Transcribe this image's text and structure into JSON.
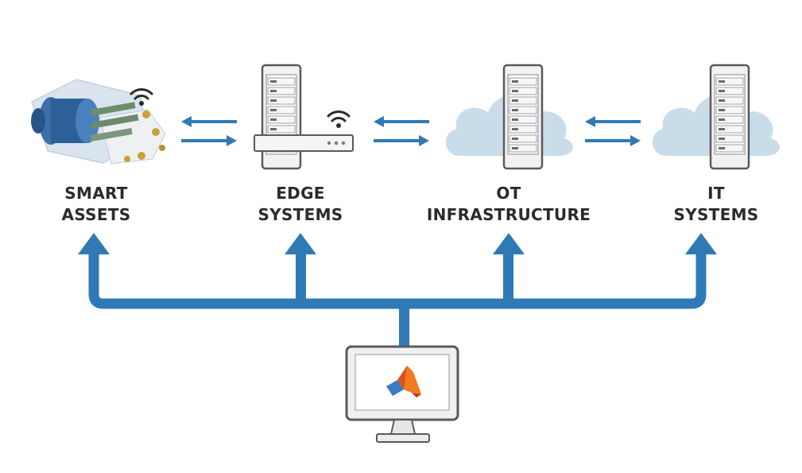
{
  "nodes": [
    {
      "id": "smart-assets",
      "line1": "SMART",
      "line2": "ASSETS"
    },
    {
      "id": "edge-systems",
      "line1": "EDGE",
      "line2": "SYSTEMS"
    },
    {
      "id": "ot-infrastructure",
      "line1": "OT",
      "line2": "INFRASTRUCTURE"
    },
    {
      "id": "it-systems",
      "line1": "IT",
      "line2": "SYSTEMS"
    }
  ],
  "icons": {
    "asset": "motor-assembly-icon",
    "wireless": "wifi-icon",
    "server": "server-rack-icon",
    "gateway": "edge-gateway-icon",
    "cloud": "cloud-icon",
    "computer": "desktop-monitor-icon",
    "software": "matlab-logo-icon"
  },
  "colors": {
    "arrow": "#2f7ab6",
    "cloud": "#c9dcea",
    "server_frame": "#e9e9e9",
    "label": "#2b2b2b"
  }
}
